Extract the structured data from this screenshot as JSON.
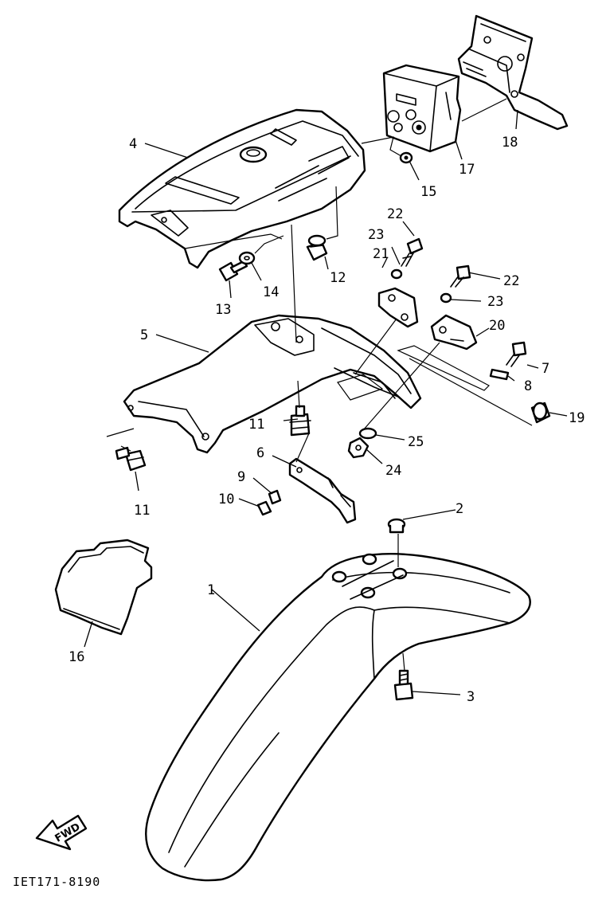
{
  "diagram": {
    "reference_code": "IET171-8190",
    "direction_label": "FWD",
    "callouts": [
      {
        "id": "c1",
        "label": "1"
      },
      {
        "id": "c2",
        "label": "2"
      },
      {
        "id": "c3",
        "label": "3"
      },
      {
        "id": "c4",
        "label": "4"
      },
      {
        "id": "c5",
        "label": "5"
      },
      {
        "id": "c6",
        "label": "6"
      },
      {
        "id": "c7",
        "label": "7"
      },
      {
        "id": "c8",
        "label": "8"
      },
      {
        "id": "c9",
        "label": "9"
      },
      {
        "id": "c10",
        "label": "10"
      },
      {
        "id": "c11a",
        "label": "11"
      },
      {
        "id": "c11b",
        "label": "11"
      },
      {
        "id": "c12",
        "label": "12"
      },
      {
        "id": "c13",
        "label": "13"
      },
      {
        "id": "c14",
        "label": "14"
      },
      {
        "id": "c15",
        "label": "15"
      },
      {
        "id": "c16",
        "label": "16"
      },
      {
        "id": "c17",
        "label": "17"
      },
      {
        "id": "c18",
        "label": "18"
      },
      {
        "id": "c19",
        "label": "19"
      },
      {
        "id": "c20",
        "label": "20"
      },
      {
        "id": "c21",
        "label": "21"
      },
      {
        "id": "c22a",
        "label": "22"
      },
      {
        "id": "c22b",
        "label": "22"
      },
      {
        "id": "c23a",
        "label": "23"
      },
      {
        "id": "c23b",
        "label": "23"
      },
      {
        "id": "c24",
        "label": "24"
      },
      {
        "id": "c25",
        "label": "25"
      }
    ]
  }
}
